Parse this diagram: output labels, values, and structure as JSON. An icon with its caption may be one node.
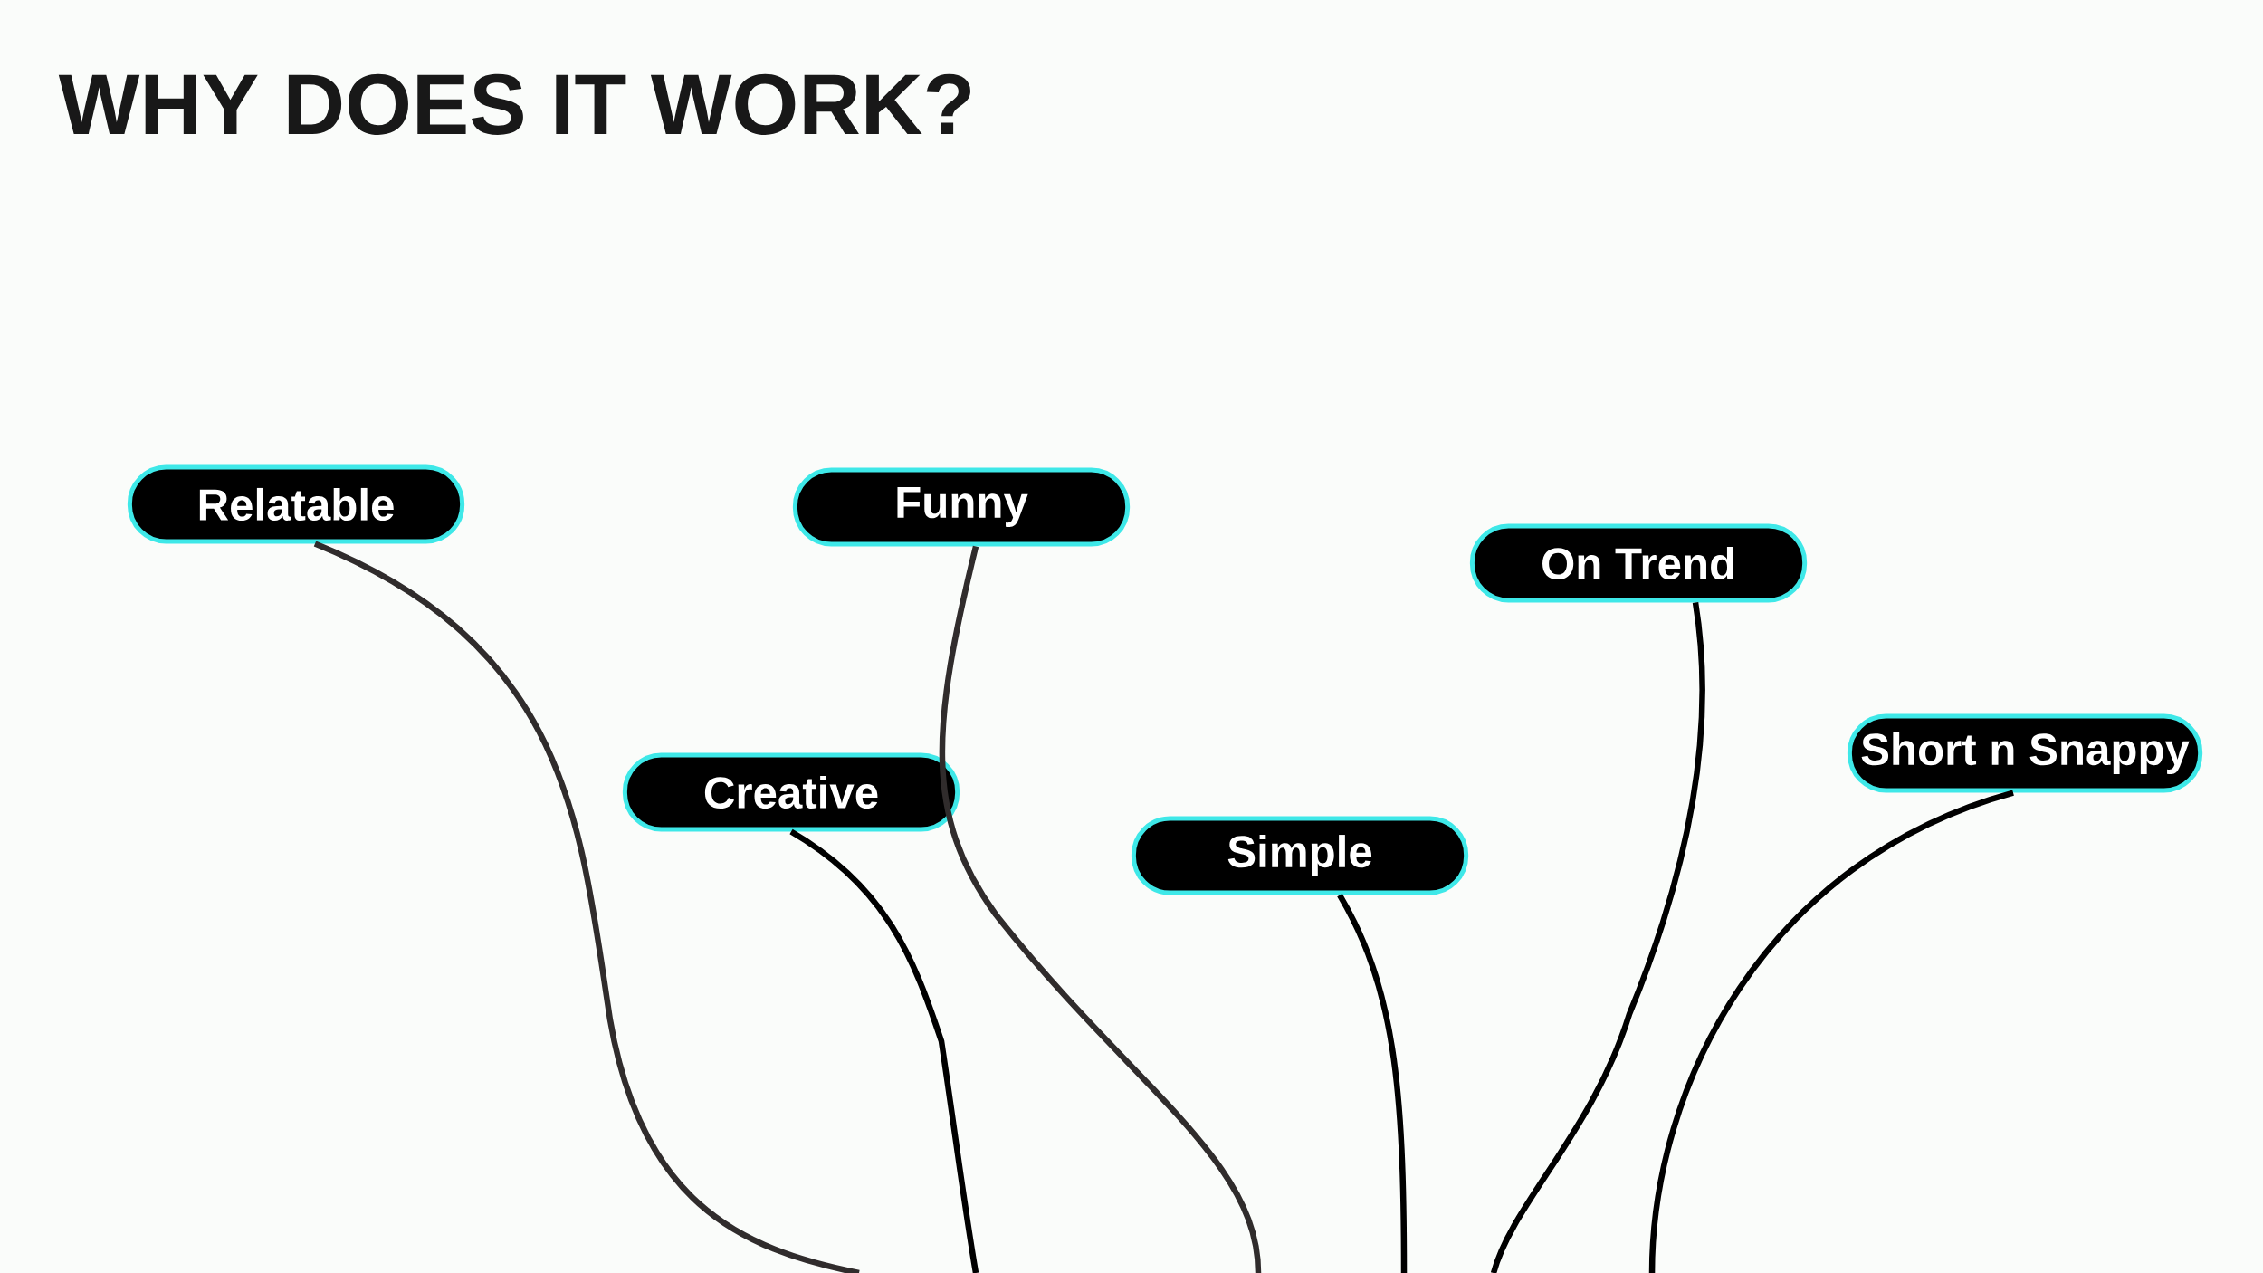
{
  "diagram": {
    "title": "WHY DOES IT WORK?",
    "nodes": [
      {
        "text": [
          "Relatable"
        ]
      },
      {
        "text": [
          "Funny"
        ]
      },
      {
        "text": [
          "On Trend"
        ]
      },
      {
        "text": [
          "Short n Snappy"
        ]
      },
      {
        "text": [
          "Creative"
        ]
      },
      {
        "text": [
          "Simple"
        ]
      }
    ],
    "edges": [
      {
        "from": 0,
        "to": null,
        "arrow": "none",
        "color": "#302c2c"
      },
      {
        "from": 1,
        "to": null,
        "arrow": "none",
        "color": "#302c2c"
      },
      {
        "from": 2,
        "to": null,
        "arrow": "none"
      },
      {
        "from": 3,
        "to": null,
        "arrow": "none"
      },
      {
        "from": 4,
        "to": null,
        "arrow": "none"
      },
      {
        "from": 5,
        "to": null,
        "arrow": "none"
      }
    ]
  }
}
